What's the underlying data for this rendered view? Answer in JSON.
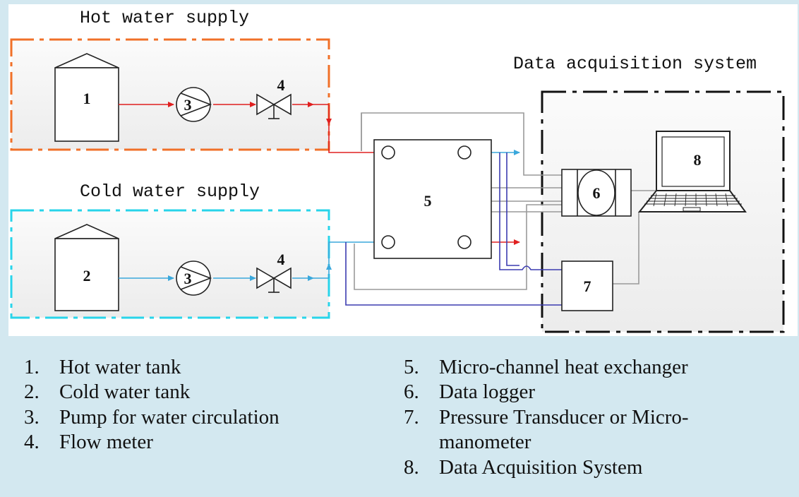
{
  "labels": {
    "hot_supply": "Hot water supply",
    "cold_supply": "Cold water supply",
    "daq": "Data acquisition system"
  },
  "components": {
    "hot_tank": "1",
    "cold_tank": "2",
    "pump": "3",
    "flow_meter": "4",
    "heat_exchanger": "5",
    "data_logger": "6",
    "pressure_transducer": "7",
    "computer": "8"
  },
  "legend": [
    {
      "num": "1.",
      "text": "Hot water tank"
    },
    {
      "num": "2.",
      "text": "Cold water tank"
    },
    {
      "num": "3.",
      "text": "Pump for water circulation"
    },
    {
      "num": "4.",
      "text": "Flow meter"
    },
    {
      "num": "5.",
      "text": "Micro-channel heat exchanger"
    },
    {
      "num": "6.",
      "text": "Data logger"
    },
    {
      "num": "7.",
      "text": "Pressure Transducer or Micro-manometer"
    },
    {
      "num": "8.",
      "text": "Data Acquisition System"
    }
  ],
  "colors": {
    "hot_line": "#e02020",
    "hot_border": "#f07028",
    "cold_line": "#3aa8dc",
    "cold_border": "#28d4ea",
    "pressure_line": "#3b3bb0",
    "signal_line": "#9a9a9a",
    "daq_border": "#111111"
  }
}
